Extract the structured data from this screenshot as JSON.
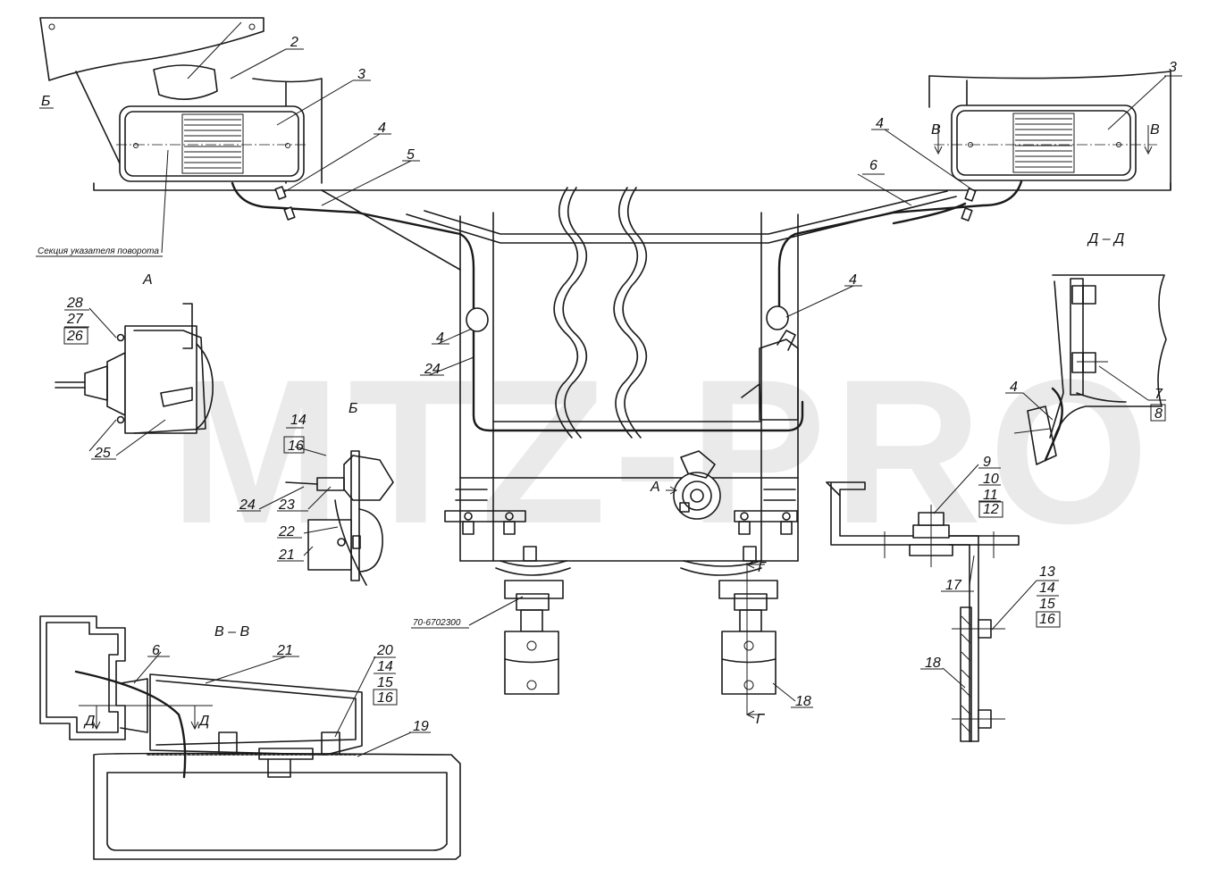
{
  "watermark": "MTZ-PRO",
  "views": {
    "b_top": "Б",
    "a": "А",
    "b_detail": "Б",
    "v_arrow_left": "В",
    "v_arrow_right": "В",
    "vv": "В – В",
    "dd": "Д – Д",
    "d_left": "Д",
    "d_right": "Д",
    "g_top": "Г",
    "g_bottom": "Г",
    "a_arrow": "А"
  },
  "notes": {
    "turn_signal": "Секция указателя поворота",
    "part_number": "70-6702300"
  },
  "callouts": {
    "c2": "2",
    "c3l": "3",
    "c3r": "3",
    "c4a": "4",
    "c4b": "4",
    "c4c": "4",
    "c4d": "4",
    "c4e": "4",
    "c5": "5",
    "c6": "6",
    "c6b": "6",
    "c7": "7",
    "c8": "8",
    "c9": "9",
    "c10": "10",
    "c11": "11",
    "c12": "12",
    "c13": "13",
    "c14a": "14",
    "c15a": "15",
    "c16a": "16",
    "c14b": "14",
    "c16b": "16",
    "c17": "17",
    "c18a": "18",
    "c18b": "18",
    "c19": "19",
    "c20": "20",
    "c14c": "14",
    "c15c": "15",
    "c16c": "16",
    "c21a": "21",
    "c21b": "21",
    "c22": "22",
    "c23": "23",
    "c24a": "24",
    "c24b": "24",
    "c25": "25",
    "c26": "26",
    "c27": "27",
    "c28": "28"
  }
}
